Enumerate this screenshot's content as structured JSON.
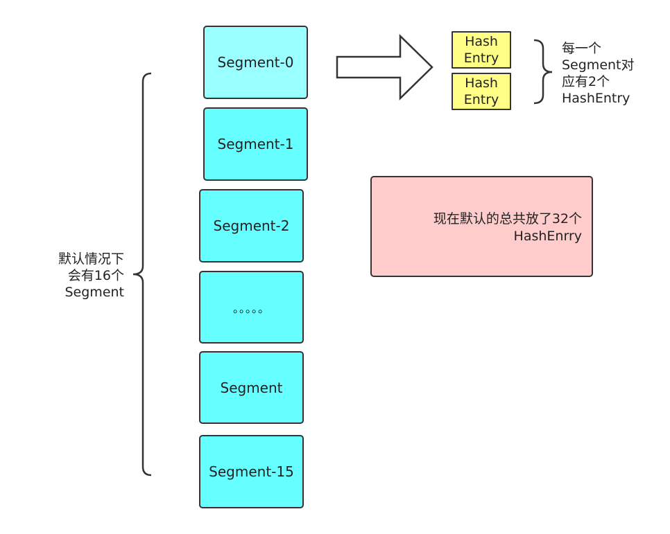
{
  "segments": [
    {
      "label": "Segment-0",
      "fill": "#99ffff"
    },
    {
      "label": "Segment-1",
      "fill": "#66ffff"
    },
    {
      "label": "Segment-2",
      "fill": "#66ffff"
    },
    {
      "label": "。。。。。",
      "fill": "#66ffff"
    },
    {
      "label": "Segment",
      "fill": "#66ffff"
    },
    {
      "label": "Segment-15",
      "fill": "#66ffff"
    }
  ],
  "hash_entries": [
    {
      "line1": "Hash",
      "line2": "Entry"
    },
    {
      "line1": "Hash",
      "line2": "Entry"
    }
  ],
  "left_label": {
    "line1": "默认情况下",
    "line2": "会有16个",
    "line3": "Segment"
  },
  "right_label": {
    "line1": "每一个",
    "line2": "Segment对",
    "line3": "应有2个",
    "line4": "HashEntry"
  },
  "note": {
    "line1": "现在默认的总共放了32个",
    "line2": "HashEnrry"
  },
  "colors": {
    "segment_highlight": "#99ffff",
    "segment": "#66ffff",
    "hash_entry": "#ffff88",
    "note": "#ffcccc",
    "stroke": "#333333"
  }
}
